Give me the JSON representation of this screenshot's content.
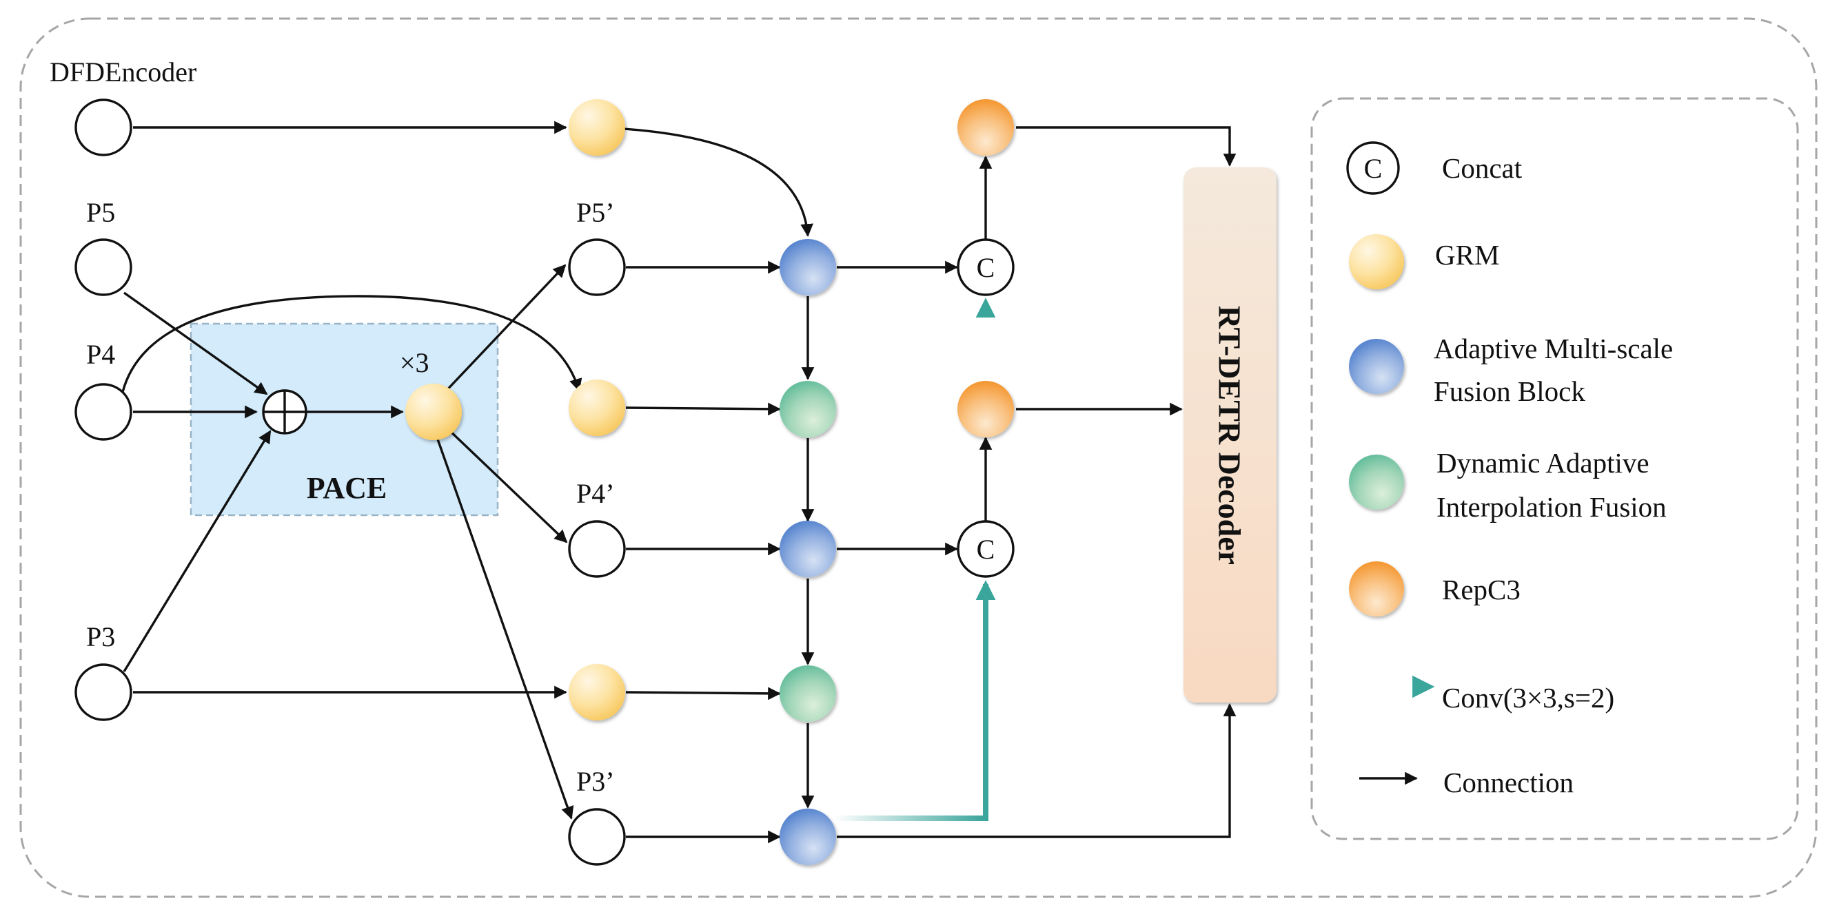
{
  "labels": {
    "encoder": "DFDEncoder",
    "p5": "P5",
    "p4": "P4",
    "p3": "P3",
    "p5_out": "P5’",
    "p4_out": "P4’",
    "p3_out": "P3’",
    "repeat": "×3",
    "pace": "PACE",
    "decoder": "RT-DETR Decoder",
    "concat_symbol": "C"
  },
  "legend": {
    "concat": "Concat",
    "grm": "GRM",
    "amfb_line1": "Adaptive Multi-scale",
    "amfb_line2": "Fusion Block",
    "daif_line1": "Dynamic Adaptive",
    "daif_line2": "Interpolation Fusion",
    "repc3": "RepC3",
    "conv": "Conv(3×3,s=2)",
    "connection": "Connection"
  },
  "colors": {
    "grm": "#fcd889",
    "amfb": "#6f97d8",
    "daif": "#82c9a8",
    "repc3": "#f8a54e",
    "conv_arrow": "#3aa59b",
    "pace_box": "#d3ebfa",
    "decoder_box": "#f6dcc6"
  }
}
